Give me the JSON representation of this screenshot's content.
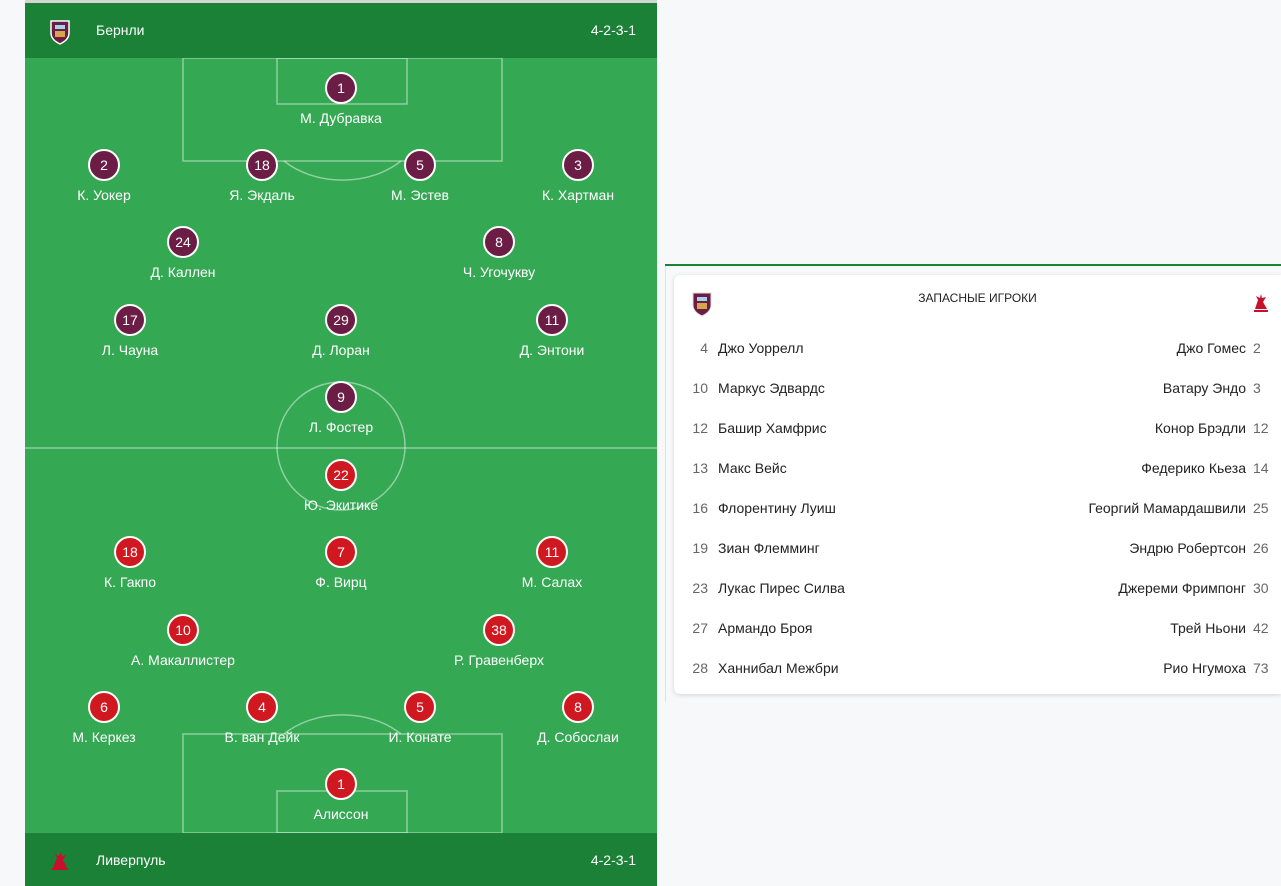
{
  "home": {
    "name": "Бернли",
    "formation": "4-2-3-1",
    "crest_icon": "burnley-crest-icon",
    "color": "#6c1d45",
    "players": [
      {
        "num": "1",
        "name": "М. Дубравка"
      },
      {
        "num": "2",
        "name": "К. Уокер"
      },
      {
        "num": "18",
        "name": "Я. Экдаль"
      },
      {
        "num": "5",
        "name": "М. Эстев"
      },
      {
        "num": "3",
        "name": "К. Хартман"
      },
      {
        "num": "24",
        "name": "Д. Каллен"
      },
      {
        "num": "8",
        "name": "Ч. Угочукву"
      },
      {
        "num": "17",
        "name": "Л. Чауна"
      },
      {
        "num": "29",
        "name": "Д. Лоран"
      },
      {
        "num": "11",
        "name": "Д. Энтони"
      },
      {
        "num": "9",
        "name": "Л. Фостер"
      }
    ]
  },
  "away": {
    "name": "Ливерпуль",
    "formation": "4-2-3-1",
    "crest_icon": "liverpool-crest-icon",
    "color": "#d01820",
    "players": [
      {
        "num": "22",
        "name": "Ю. Экитике"
      },
      {
        "num": "18",
        "name": "К. Гакпо"
      },
      {
        "num": "7",
        "name": "Ф. Вирц"
      },
      {
        "num": "11",
        "name": "М. Салах"
      },
      {
        "num": "10",
        "name": "А. Макаллистер"
      },
      {
        "num": "38",
        "name": "Р. Гравенберх"
      },
      {
        "num": "6",
        "name": "М. Керкез"
      },
      {
        "num": "4",
        "name": "В. ван Дейк"
      },
      {
        "num": "5",
        "name": "И. Конате"
      },
      {
        "num": "8",
        "name": "Д. Собослаи"
      },
      {
        "num": "1",
        "name": "Алиссон"
      }
    ]
  },
  "subs": {
    "title": "ЗАПАСНЫЕ ИГРОКИ",
    "rows": [
      {
        "home_num": "4",
        "home_name": "Джо Уоррелл",
        "away_name": "Джо Гомес",
        "away_num": "2"
      },
      {
        "home_num": "10",
        "home_name": "Маркус Эдвардс",
        "away_name": "Ватару Эндо",
        "away_num": "3"
      },
      {
        "home_num": "12",
        "home_name": "Башир Хамфрис",
        "away_name": "Конор Брэдли",
        "away_num": "12"
      },
      {
        "home_num": "13",
        "home_name": "Макс Вейс",
        "away_name": "Федерико Кьеза",
        "away_num": "14"
      },
      {
        "home_num": "16",
        "home_name": "Флорентину Луиш",
        "away_name": "Георгий Мамардашвили",
        "away_num": "25"
      },
      {
        "home_num": "19",
        "home_name": "Зиан Флемминг",
        "away_name": "Эндрю Робертсон",
        "away_num": "26"
      },
      {
        "home_num": "23",
        "home_name": "Лукас Пирес Силва",
        "away_name": "Джереми Фримпонг",
        "away_num": "30"
      },
      {
        "home_num": "27",
        "home_name": "Армандо Броя",
        "away_name": "Трей Ньони",
        "away_num": "42"
      },
      {
        "home_num": "28",
        "home_name": "Ханнибал Межбри",
        "away_name": "Рио Нгумоха",
        "away_num": "73"
      }
    ]
  }
}
